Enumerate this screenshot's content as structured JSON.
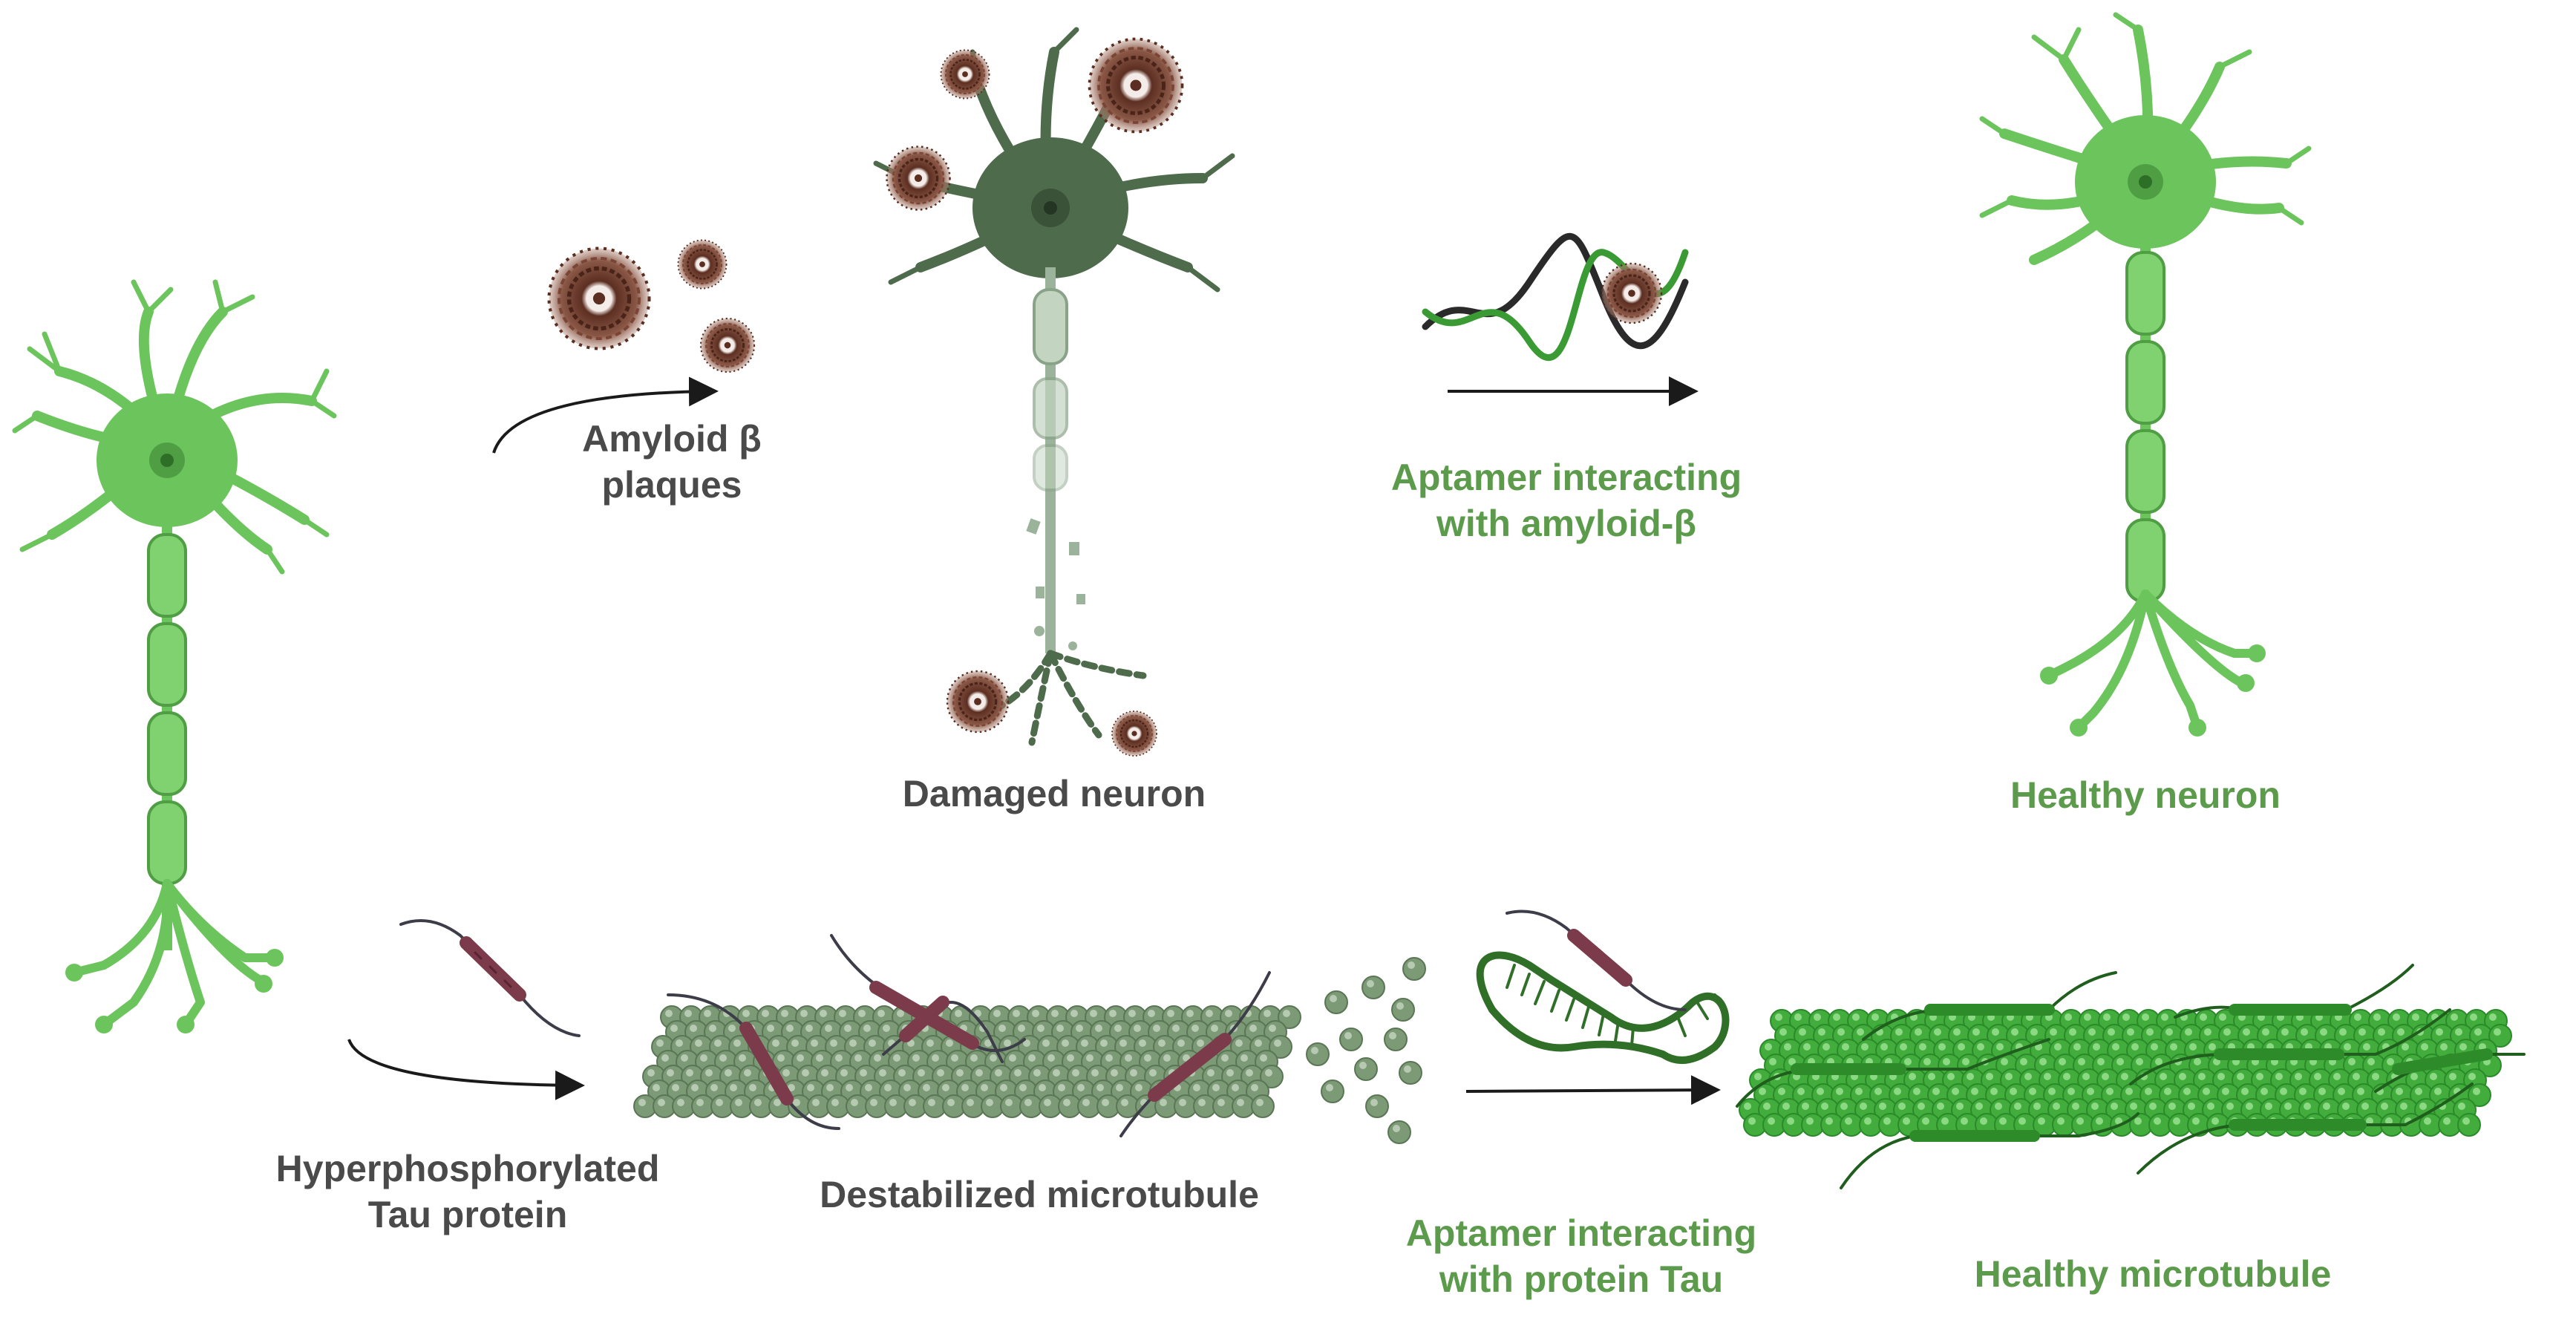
{
  "labels": {
    "amyloid_line1": "Amyloid β",
    "amyloid_line2": "plaques",
    "damaged_neuron": "Damaged neuron",
    "aptamer_amyloid_line1": "Aptamer interacting",
    "aptamer_amyloid_line2": "with amyloid-β",
    "healthy_neuron": "Healthy neuron",
    "hyper_tau_line1": "Hyperphosphorylated",
    "hyper_tau_line2": "Tau protein",
    "destabilized_microtubule": "Destabilized microtubule",
    "aptamer_tau_line1": "Aptamer interacting",
    "aptamer_tau_line2": "with protein Tau",
    "healthy_microtubule": "Healthy microtubule"
  },
  "colors": {
    "healthy_green": "#6cc45c",
    "healthy_green_dark": "#4f9e43",
    "damaged_green": "#4e6b4c",
    "damaged_axon": "#9bb39a",
    "plaque_brown": "#6b3d2e",
    "tau_maroon": "#7b3b4b",
    "microtubule_dark": "#6f8a6a",
    "microtubule_healthy": "#3da23a",
    "aptamer_green": "#2f6f28",
    "arrow": "#1a1a1a",
    "text_dark": "#4a4a4a",
    "text_green": "#5c9b4c"
  },
  "icons": [
    "neuron-healthy-icon",
    "neuron-damaged-icon",
    "amyloid-plaque-icon",
    "tau-protein-icon",
    "aptamer-dna-icon",
    "aptamer-hairpin-icon",
    "microtubule-icon",
    "arrow-icon"
  ]
}
